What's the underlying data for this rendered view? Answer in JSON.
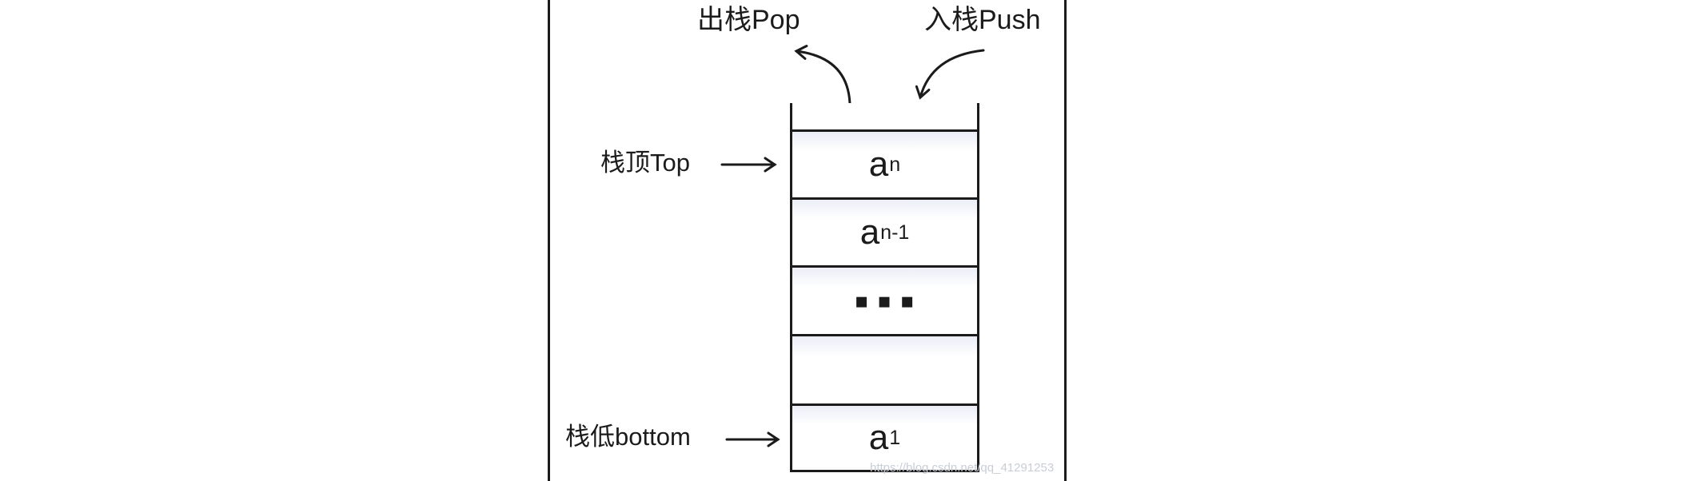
{
  "figure": {
    "type": "stack-structure-diagram",
    "labels": {
      "pop": "出栈Pop",
      "push": "入栈Push",
      "top": "栈顶Top",
      "bottom": "栈低bottom"
    },
    "stack_cells": [
      {
        "base": "a",
        "sub": "n"
      },
      {
        "base": "a",
        "sub": "n-1"
      },
      {
        "base": "▪▪▪",
        "sub": ""
      },
      {
        "base": "",
        "sub": ""
      },
      {
        "base": "a",
        "sub": "1"
      }
    ],
    "watermark": "https://blog.csdn.net/qq_41291253",
    "colors": {
      "ink": "#1b1b1b",
      "cell_tint": "#eceef7",
      "watermark_gray": "#c9ced6",
      "background": "#ffffff"
    }
  }
}
